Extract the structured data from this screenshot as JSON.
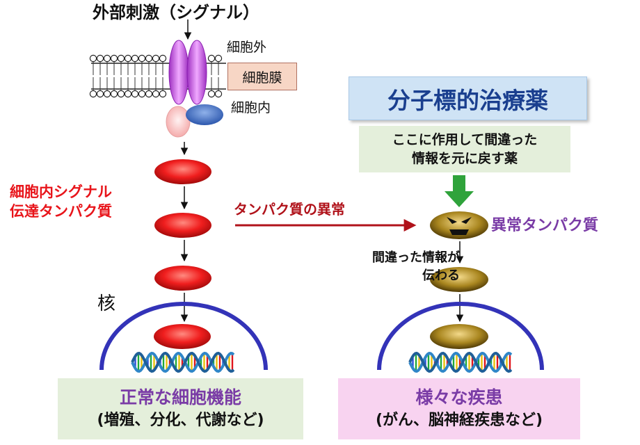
{
  "signal_title": "外部刺激（シグナル）",
  "membrane": {
    "outside_label": "細胞外",
    "membrane_label": "細胞膜",
    "inside_label": "細胞内"
  },
  "signal_protein_label": [
    "細胞内シグナル",
    "伝達タンパク質"
  ],
  "nucleus_label": "核",
  "abnormal_arrow_label": "タンパク質の異常",
  "drug": {
    "title": "分子標的治療薬",
    "desc": [
      "ここに作用して間違った",
      "情報を元に戻す薬"
    ]
  },
  "abnormal_protein_label": "異常タンパク質",
  "wrong_info_label": [
    "間違った情報が",
    "伝わる"
  ],
  "normal_result": {
    "title": "正常な細胞機能",
    "subtitle": "(増殖、分化、代謝など)"
  },
  "disease_result": {
    "title": "様々な疾患",
    "subtitle": "(がん、脳神経疾患など)"
  },
  "colors": {
    "normal_protein": "#e8141a",
    "abnormal_protein": "#8a6a10",
    "receptor": "#c05ad8",
    "nucleus_arc": "#3333b8",
    "drug_arrow": "#2fa33b",
    "abnormal_arrow": "#b0121a"
  }
}
